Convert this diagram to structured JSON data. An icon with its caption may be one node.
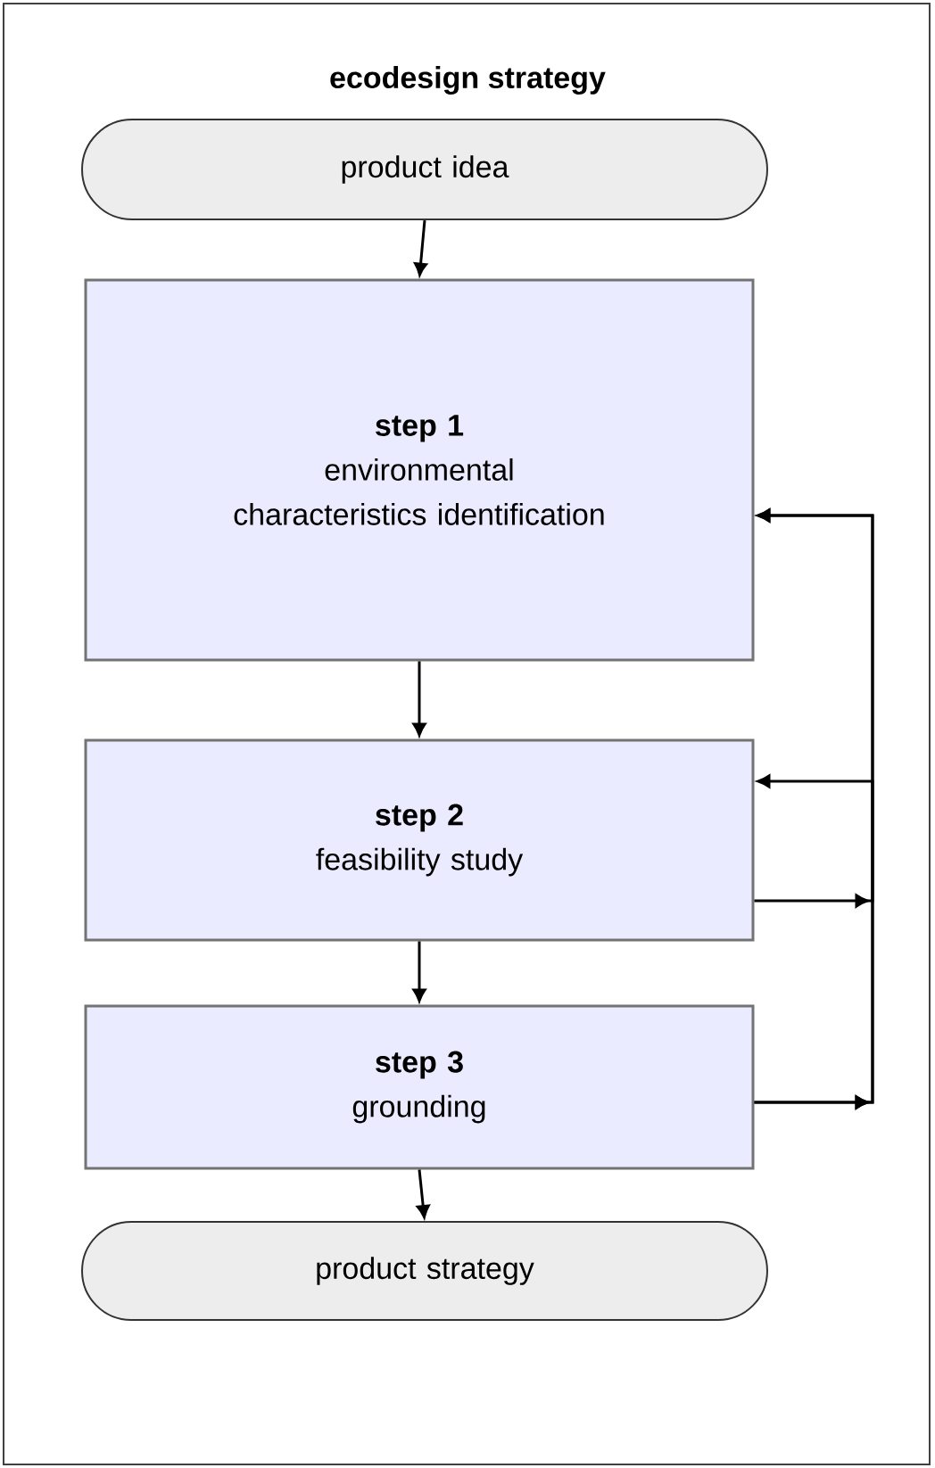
{
  "diagram": {
    "title": "ecodesign strategy",
    "nodes": [
      {
        "text": [
          "product idea"
        ]
      },
      {
        "text": [
          "step 1",
          "environmental characteristics identification"
        ]
      },
      {
        "text": [
          "step 2",
          "feasibility study"
        ]
      },
      {
        "text": [
          "step 3",
          "grounding"
        ]
      },
      {
        "text": [
          "product strategy"
        ]
      }
    ],
    "edges": [
      {
        "from": 0,
        "to": 1,
        "arrow": "to"
      },
      {
        "from": 1,
        "to": 2,
        "arrow": "to"
      },
      {
        "from": 2,
        "to": 3,
        "arrow": "to"
      },
      {
        "from": 3,
        "to": 4,
        "arrow": "to"
      },
      {
        "from": 2,
        "to": 1,
        "arrow": "to"
      },
      {
        "from": 3,
        "to": 1,
        "arrow": "to"
      },
      {
        "from": 3,
        "to": 2,
        "arrow": "to"
      }
    ]
  }
}
